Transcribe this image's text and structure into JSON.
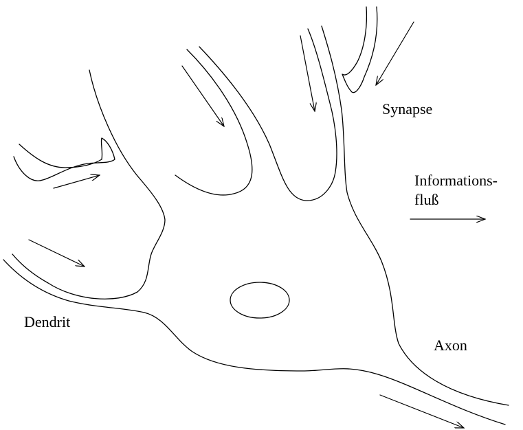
{
  "labels": {
    "synapse": "Synapse",
    "information_flow_line1": "Informations-",
    "information_flow_line2": "fluß",
    "dendrite": "Dendrit",
    "axon": "Axon"
  }
}
